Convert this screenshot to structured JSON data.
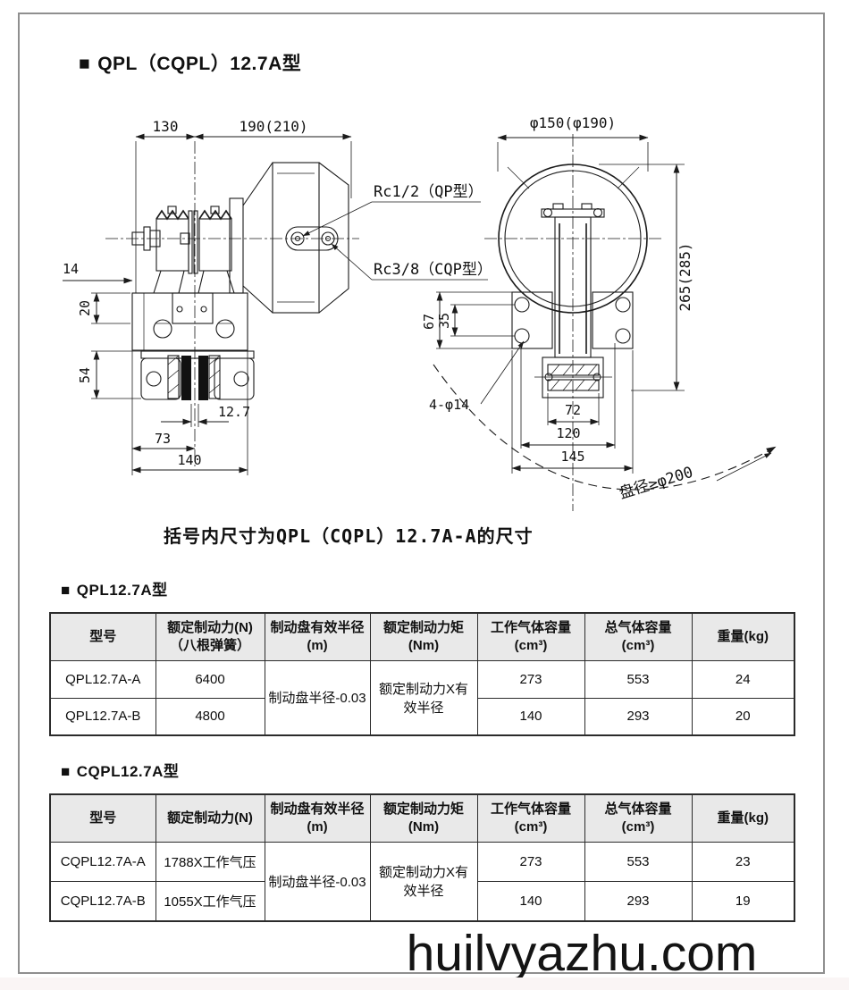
{
  "header": {
    "marker": "■",
    "title": "QPL（CQPL）12.7A型"
  },
  "drawing": {
    "left": {
      "d130": "130",
      "d190": "190(210)",
      "d14": "14",
      "d20": "20",
      "d54": "54",
      "d127": "12.7",
      "d73": "73",
      "d140": "140",
      "rc1": "Rc1/2（QP型）",
      "rc3": "Rc3/8（CQP型）"
    },
    "right": {
      "dia": "φ150(φ190)",
      "h265": "265(285)",
      "d67": "67",
      "d35": "35",
      "holes": "4-φ14",
      "d72": "72",
      "d120": "120",
      "d145": "145",
      "note": "盘径≥φ200"
    }
  },
  "caption": "括号内尺寸为QPL（CQPL）12.7A-A的尺寸",
  "tables": [
    {
      "marker": "■",
      "title": "QPL12.7A型",
      "headers": [
        {
          "l1": "型号",
          "l2": ""
        },
        {
          "l1": "额定制动力(N)",
          "l2": "（八根弹簧）"
        },
        {
          "l1": "制动盘有效半径",
          "l2": "(m)"
        },
        {
          "l1": "额定制动力矩",
          "l2": "(Nm)"
        },
        {
          "l1": "工作气体容量",
          "l2": "(cm³)"
        },
        {
          "l1": "总气体容量",
          "l2": "(cm³)"
        },
        {
          "l1": "重量(kg)",
          "l2": ""
        }
      ],
      "merged": {
        "radius": "制动盘半径-0.03",
        "torque": "额定制动力X有效半径"
      },
      "rows": [
        {
          "model": "QPL12.7A-A",
          "force": "6400",
          "work_vol": "273",
          "total_vol": "553",
          "weight": "24"
        },
        {
          "model": "QPL12.7A-B",
          "force": "4800",
          "work_vol": "140",
          "total_vol": "293",
          "weight": "20"
        }
      ]
    },
    {
      "marker": "■",
      "title": "CQPL12.7A型",
      "headers": [
        {
          "l1": "型号",
          "l2": ""
        },
        {
          "l1": "额定制动力(N)",
          "l2": ""
        },
        {
          "l1": "制动盘有效半径",
          "l2": "(m)"
        },
        {
          "l1": "额定制动力矩",
          "l2": "(Nm)"
        },
        {
          "l1": "工作气体容量",
          "l2": "(cm³)"
        },
        {
          "l1": "总气体容量",
          "l2": "(cm³)"
        },
        {
          "l1": "重量(kg)",
          "l2": ""
        }
      ],
      "merged": {
        "radius": "制动盘半径-0.03",
        "torque": "额定制动力X有效半径"
      },
      "rows": [
        {
          "model": "CQPL12.7A-A",
          "force": "1788X工作气压",
          "work_vol": "273",
          "total_vol": "553",
          "weight": "23"
        },
        {
          "model": "CQPL12.7A-B",
          "force": "1055X工作气压",
          "work_vol": "140",
          "total_vol": "293",
          "weight": "19"
        }
      ]
    }
  ],
  "watermark": "huilvyazhu.com",
  "colors": {
    "table_header_bg": "#e9e9e9",
    "border": "#2b2b2b",
    "page_frame": "#8f8f8f"
  }
}
